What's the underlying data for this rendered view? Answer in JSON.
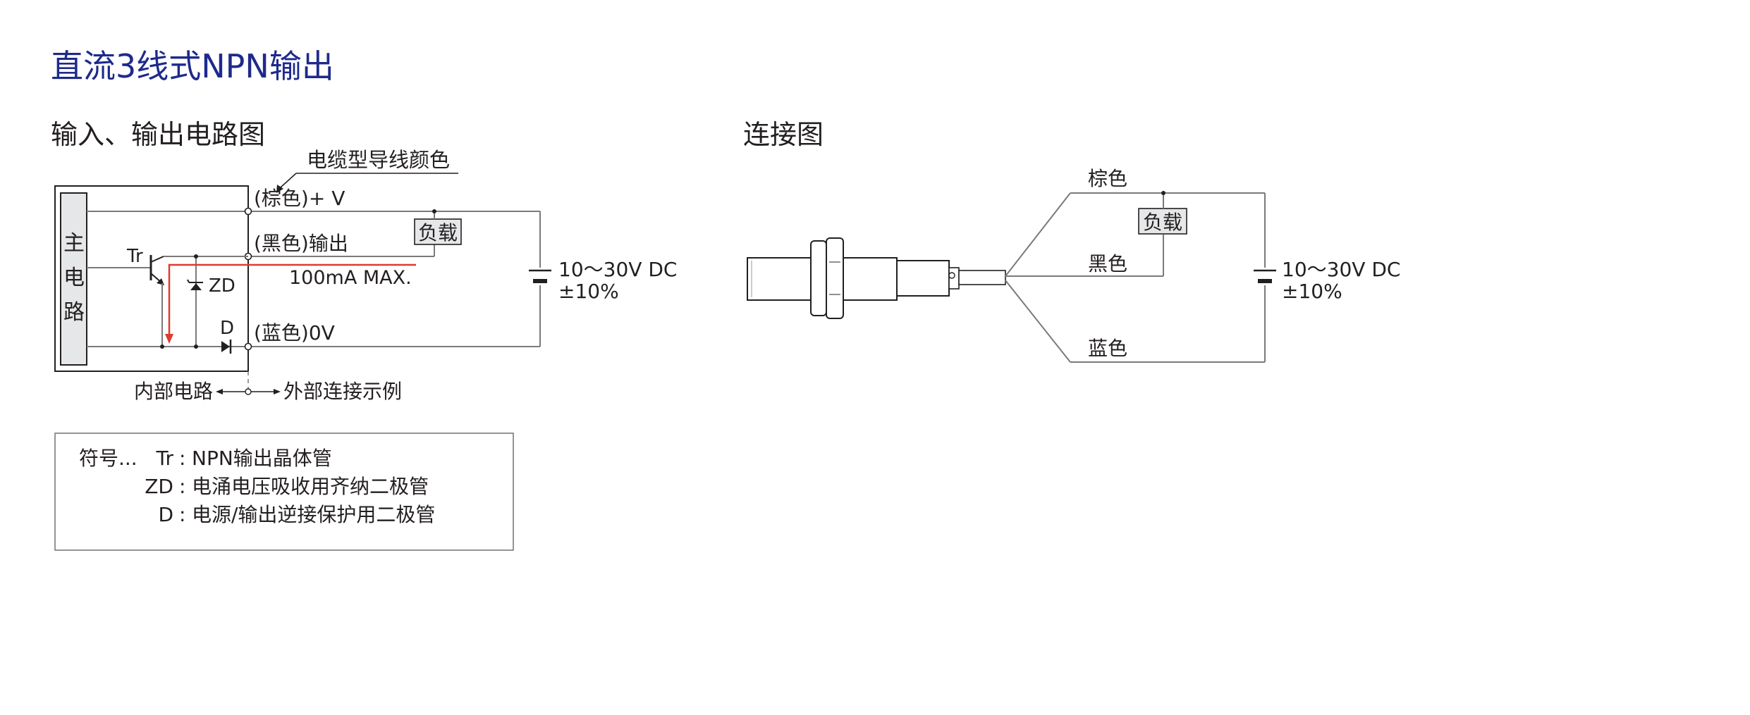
{
  "page_title": "直流3线式NPN输出",
  "colors": {
    "title": "#1e2a8c",
    "current_path": "#e03a2f",
    "wire": "#7a7a7a",
    "block_fill": "#e6e7e8"
  },
  "circuit": {
    "heading": "输入、输出电路图",
    "cable_color_caption": "电缆型导线颜色",
    "main_circuit_label": [
      "主",
      "电",
      "路"
    ],
    "terminal_brown": "(棕色)+ V",
    "terminal_black": "(黑色)输出",
    "terminal_blue": "(蓝色)0V",
    "load": "负载",
    "transistor_label": "Tr",
    "zener_label": "ZD",
    "diode_label": "D",
    "current_max": "100mA MAX.",
    "supply_voltage": "10～30V DC",
    "supply_tolerance": "±10%",
    "internal_label": "内部电路",
    "external_label": "外部连接示例"
  },
  "legend": {
    "prefix": "符号...",
    "rows": [
      {
        "symbol": "Tr",
        "desc": "NPN输出晶体管"
      },
      {
        "symbol": "ZD",
        "desc": "电涌电压吸收用齐纳二极管"
      },
      {
        "symbol": "D",
        "desc": "电源/输出逆接保护用二极管"
      }
    ]
  },
  "connection": {
    "heading": "连接图",
    "wire_brown": "棕色",
    "wire_black": "黑色",
    "wire_blue": "蓝色",
    "load": "负载",
    "supply_voltage": "10～30V DC",
    "supply_tolerance": "±10%"
  }
}
